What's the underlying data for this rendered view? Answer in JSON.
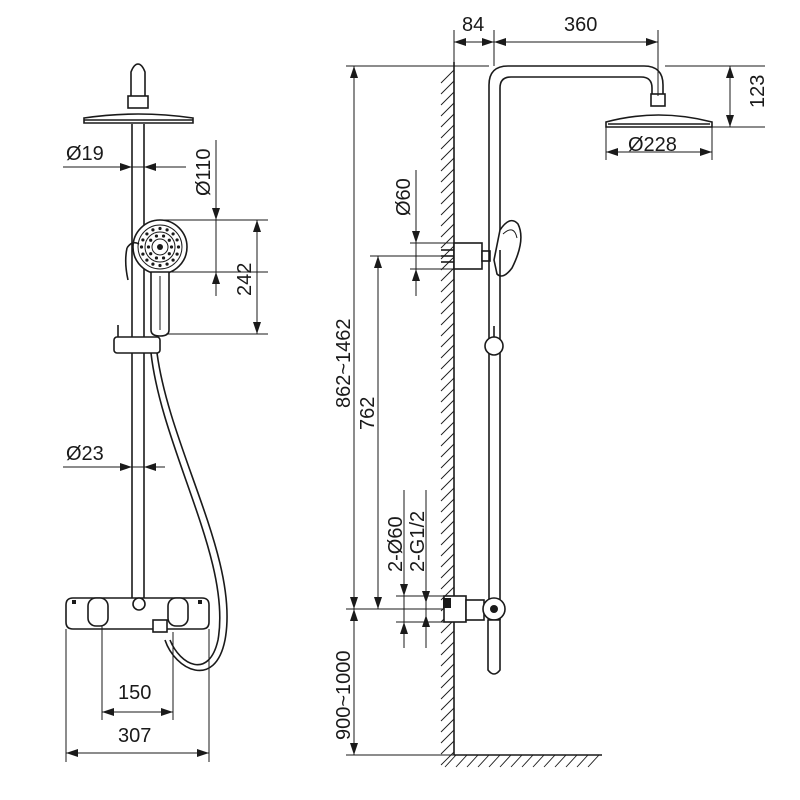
{
  "front_view": {
    "arm_diameter": "Ø19",
    "handshower_diameter": "Ø110",
    "handshower_length": "242",
    "riser_diameter": "Ø23",
    "inlet_spacing": "150",
    "body_width": "307"
  },
  "side_view": {
    "wall_offset": "84",
    "arm_reach": "360",
    "head_height": "123",
    "head_diameter": "Ø228",
    "holder_diameter": "Ø60",
    "riser_range": "862~1462",
    "slide_length": "762",
    "flange_diameter": "2-Ø60",
    "thread_size": "2-G1/2",
    "install_height": "900~1000"
  }
}
